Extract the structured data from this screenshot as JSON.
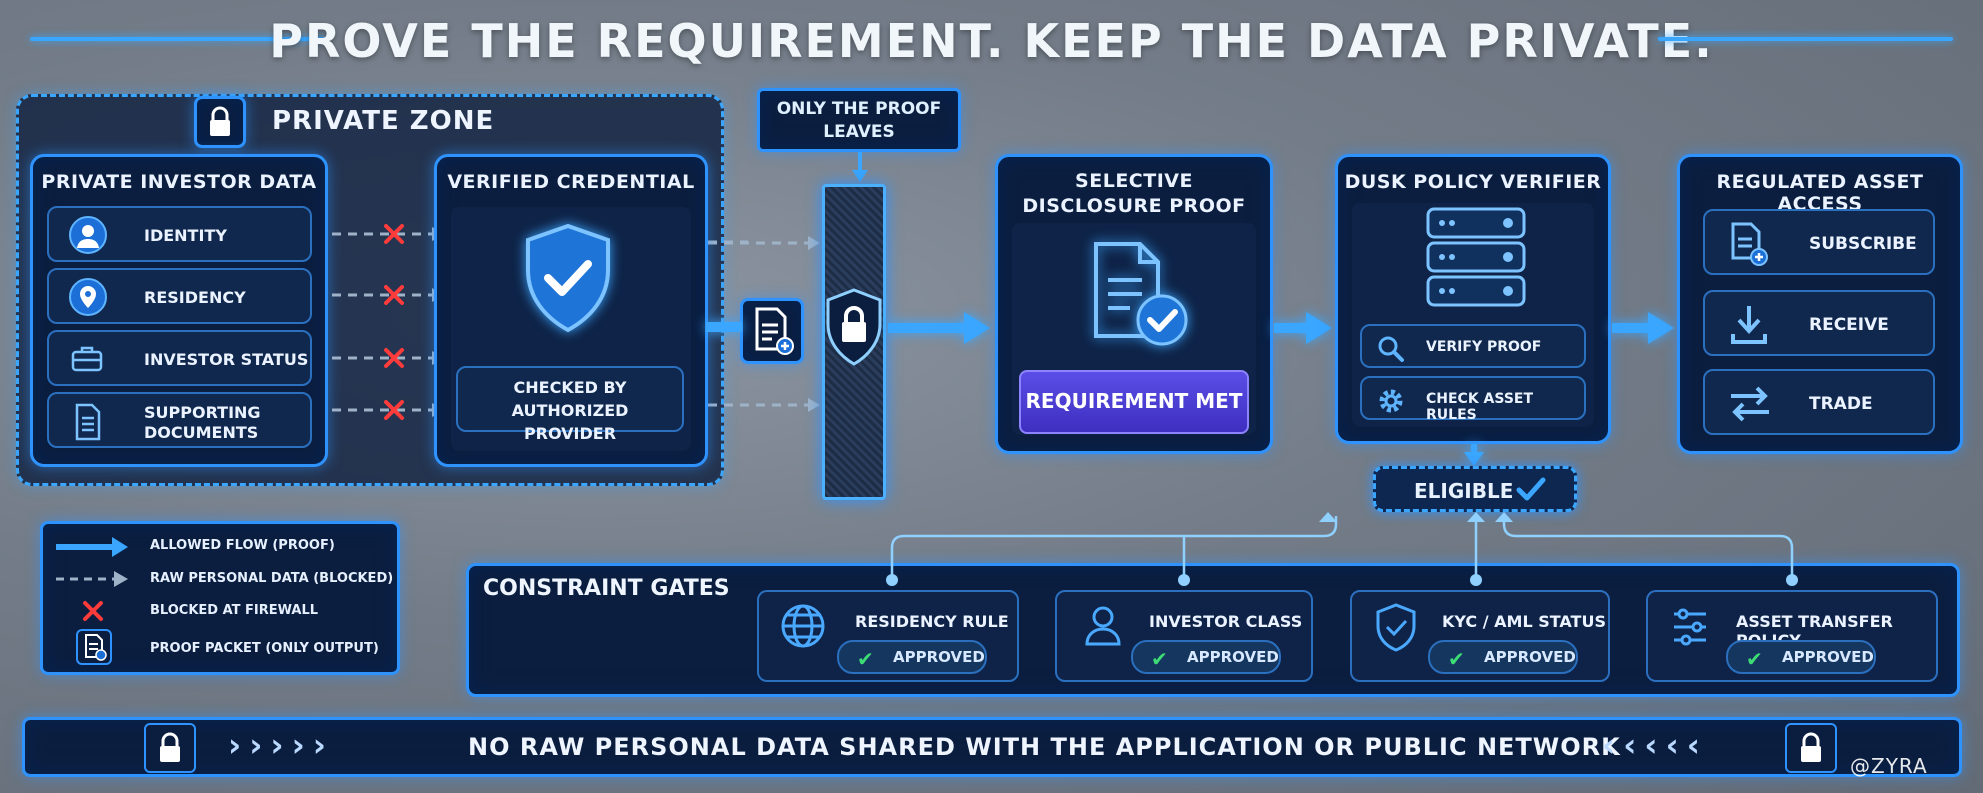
{
  "title": "PROVE THE REQUIREMENT. KEEP THE DATA PRIVATE.",
  "private_zone": {
    "label": "PRIVATE ZONE",
    "investor_data": {
      "header": "PRIVATE INVESTOR DATA",
      "items": [
        {
          "label": "IDENTITY",
          "icon": "user-icon"
        },
        {
          "label": "RESIDENCY",
          "icon": "location-pin-icon"
        },
        {
          "label": "INVESTOR STATUS",
          "icon": "briefcase-icon"
        },
        {
          "label": "SUPPORTING DOCUMENTS",
          "icon": "document-icon"
        }
      ]
    },
    "credential": {
      "header": "VERIFIED CREDENTIAL",
      "checked_by": "CHECKED BY AUTHORIZED PROVIDER"
    }
  },
  "firewall_label": "ONLY THE PROOF LEAVES",
  "disclosure": {
    "header": "SELECTIVE DISCLOSURE PROOF",
    "button": "REQUIREMENT MET"
  },
  "verifier": {
    "header": "DUSK POLICY VERIFIER",
    "actions": [
      "VERIFY PROOF",
      "CHECK ASSET RULES"
    ]
  },
  "eligible": "ELIGIBLE",
  "access": {
    "header": "REGULATED ASSET ACCESS",
    "items": [
      {
        "label": "SUBSCRIBE",
        "icon": "subscribe-doc-icon"
      },
      {
        "label": "RECEIVE",
        "icon": "download-icon"
      },
      {
        "label": "TRADE",
        "icon": "swap-arrows-icon"
      }
    ]
  },
  "legend": [
    {
      "label": "ALLOWED FLOW (PROOF)"
    },
    {
      "label": "RAW PERSONAL DATA (BLOCKED)"
    },
    {
      "label": "BLOCKED AT FIREWALL"
    },
    {
      "label": "PROOF PACKET (ONLY OUTPUT)"
    }
  ],
  "gates": {
    "header": "CONSTRAINT GATES",
    "items": [
      {
        "label": "RESIDENCY RULE",
        "status": "APPROVED",
        "icon": "globe-icon"
      },
      {
        "label": "INVESTOR CLASS",
        "status": "APPROVED",
        "icon": "person-icon"
      },
      {
        "label": "KYC / AML STATUS",
        "status": "APPROVED",
        "icon": "shield-check-icon"
      },
      {
        "label": "ASSET TRANSFER POLICY",
        "status": "APPROVED",
        "icon": "sliders-icon"
      }
    ]
  },
  "footer": "NO RAW PERSONAL DATA SHARED WITH THE APPLICATION OR PUBLIC NETWORK",
  "watermark": "@ZYRA",
  "colors": {
    "accent": "#2f93ff",
    "panel": "#0b1e3f",
    "blocked": "#ff3b3b",
    "approved": "#3ddc74",
    "purple": "#4b3fd6"
  }
}
